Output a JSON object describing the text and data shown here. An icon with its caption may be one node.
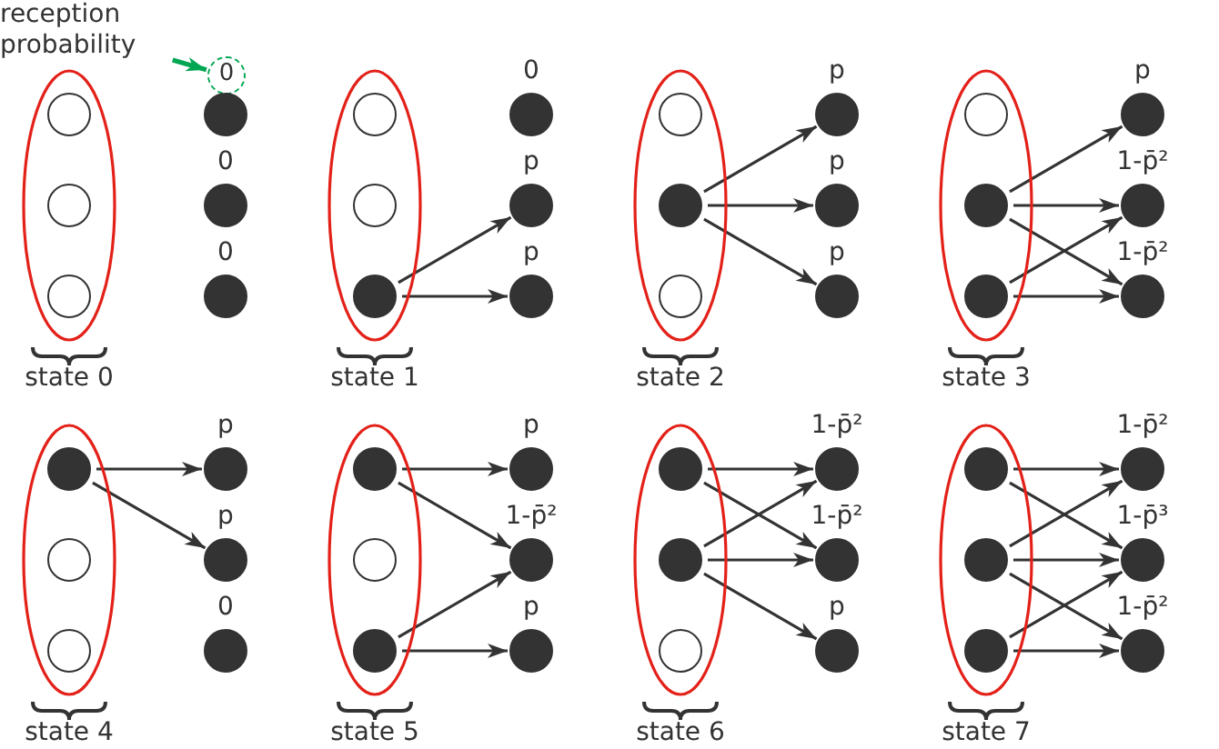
{
  "diagram": {
    "nodes": [
      {
        "text": [
          "reception probability"
        ]
      },
      {
        "text": [
          "0"
        ]
      },
      {
        "text": [
          "state 0"
        ]
      },
      {
        "text": [],
        "shape": "circle",
        "in": 2
      },
      {
        "text": [],
        "shape": "circle",
        "in": 2
      },
      {
        "text": [],
        "shape": "circle",
        "in": 2
      },
      {
        "text": [],
        "shape": "dot"
      },
      {
        "text": [],
        "shape": "dot",
        "beside": [
          "0"
        ]
      },
      {
        "text": [],
        "shape": "dot",
        "beside": [
          "0"
        ]
      },
      {
        "text": [
          "state 1"
        ]
      },
      {
        "text": [],
        "shape": "circle",
        "in": 9
      },
      {
        "text": [],
        "shape": "circle",
        "in": 9
      },
      {
        "text": [],
        "shape": "dot",
        "in": 9
      },
      {
        "text": [],
        "shape": "dot",
        "beside": [
          "0"
        ]
      },
      {
        "text": [],
        "shape": "dot",
        "beside": [
          "p"
        ]
      },
      {
        "text": [],
        "shape": "dot",
        "beside": [
          "p"
        ]
      },
      {
        "text": [
          "state 2"
        ]
      },
      {
        "text": [],
        "shape": "circle",
        "in": 16
      },
      {
        "text": [],
        "shape": "dot",
        "in": 16
      },
      {
        "text": [],
        "shape": "circle",
        "in": 16
      },
      {
        "text": [],
        "shape": "dot",
        "beside": [
          "p"
        ]
      },
      {
        "text": [],
        "shape": "dot",
        "beside": [
          "p"
        ]
      },
      {
        "text": [],
        "shape": "dot",
        "beside": [
          "p"
        ]
      },
      {
        "text": [
          "state 3"
        ]
      },
      {
        "text": [],
        "shape": "circle",
        "in": 23
      },
      {
        "text": [],
        "shape": "dot",
        "in": 23
      },
      {
        "text": [],
        "shape": "dot",
        "in": 23
      },
      {
        "text": [],
        "shape": "dot",
        "beside": [
          "p"
        ]
      },
      {
        "text": [],
        "shape": "dot",
        "beside": [
          "1-p̄²"
        ]
      },
      {
        "text": [],
        "shape": "dot",
        "beside": [
          "1-p̄²"
        ]
      },
      {
        "text": [
          "state 4"
        ]
      },
      {
        "text": [],
        "shape": "dot",
        "in": 30
      },
      {
        "text": [],
        "shape": "circle",
        "in": 30
      },
      {
        "text": [],
        "shape": "circle",
        "in": 30
      },
      {
        "text": [],
        "shape": "dot",
        "beside": [
          "p"
        ]
      },
      {
        "text": [],
        "shape": "dot",
        "beside": [
          "p"
        ]
      },
      {
        "text": [],
        "shape": "dot",
        "beside": [
          "0"
        ]
      },
      {
        "text": [
          "state 5"
        ]
      },
      {
        "text": [],
        "shape": "dot",
        "in": 37
      },
      {
        "text": [],
        "shape": "circle",
        "in": 37
      },
      {
        "text": [],
        "shape": "dot",
        "in": 37
      },
      {
        "text": [],
        "shape": "dot",
        "beside": [
          "p"
        ]
      },
      {
        "text": [],
        "shape": "dot",
        "beside": [
          "1-p̄²"
        ]
      },
      {
        "text": [],
        "shape": "dot",
        "beside": [
          "p"
        ]
      },
      {
        "text": [
          "state 6"
        ]
      },
      {
        "text": [],
        "shape": "dot",
        "in": 44
      },
      {
        "text": [],
        "shape": "dot",
        "in": 44
      },
      {
        "text": [],
        "shape": "circle",
        "in": 44
      },
      {
        "text": [],
        "shape": "dot",
        "beside": [
          "1-p̄²"
        ]
      },
      {
        "text": [],
        "shape": "dot",
        "beside": [
          "1-p̄²"
        ]
      },
      {
        "text": [],
        "shape": "dot",
        "beside": [
          "p"
        ]
      },
      {
        "text": [
          "state 7"
        ]
      },
      {
        "text": [],
        "shape": "dot",
        "in": 51
      },
      {
        "text": [],
        "shape": "dot",
        "in": 51
      },
      {
        "text": [],
        "shape": "dot",
        "in": 51
      },
      {
        "text": [],
        "shape": "dot",
        "beside": [
          "1-p̄²"
        ]
      },
      {
        "text": [],
        "shape": "dot",
        "beside": [
          "1-p̄³"
        ]
      },
      {
        "text": [],
        "shape": "dot",
        "beside": [
          "1-p̄²"
        ]
      }
    ],
    "edges": [
      {
        "from": 0,
        "to": 1,
        "arrow": "to",
        "color": "#00a651"
      },
      {
        "from": 12,
        "to": 14,
        "arrow": "to"
      },
      {
        "from": 12,
        "to": 15,
        "arrow": "to"
      },
      {
        "from": 18,
        "to": 20,
        "arrow": "to"
      },
      {
        "from": 18,
        "to": 21,
        "arrow": "to"
      },
      {
        "from": 18,
        "to": 22,
        "arrow": "to"
      },
      {
        "from": 25,
        "to": 27,
        "arrow": "to"
      },
      {
        "from": 25,
        "to": 28,
        "arrow": "to"
      },
      {
        "from": 25,
        "to": 29,
        "arrow": "to"
      },
      {
        "from": 26,
        "to": 28,
        "arrow": "to"
      },
      {
        "from": 26,
        "to": 29,
        "arrow": "to"
      },
      {
        "from": 31,
        "to": 34,
        "arrow": "to"
      },
      {
        "from": 31,
        "to": 35,
        "arrow": "to"
      },
      {
        "from": 38,
        "to": 41,
        "arrow": "to"
      },
      {
        "from": 38,
        "to": 42,
        "arrow": "to"
      },
      {
        "from": 40,
        "to": 42,
        "arrow": "to"
      },
      {
        "from": 40,
        "to": 43,
        "arrow": "to"
      },
      {
        "from": 45,
        "to": 48,
        "arrow": "to"
      },
      {
        "from": 45,
        "to": 49,
        "arrow": "to"
      },
      {
        "from": 46,
        "to": 48,
        "arrow": "to"
      },
      {
        "from": 46,
        "to": 49,
        "arrow": "to"
      },
      {
        "from": 46,
        "to": 50,
        "arrow": "to"
      },
      {
        "from": 52,
        "to": 55,
        "arrow": "to"
      },
      {
        "from": 52,
        "to": 56,
        "arrow": "to"
      },
      {
        "from": 53,
        "to": 55,
        "arrow": "to"
      },
      {
        "from": 53,
        "to": 56,
        "arrow": "to"
      },
      {
        "from": 53,
        "to": 57,
        "arrow": "to"
      },
      {
        "from": 54,
        "to": 56,
        "arrow": "to"
      },
      {
        "from": 54,
        "to": 57,
        "arrow": "to"
      }
    ]
  }
}
